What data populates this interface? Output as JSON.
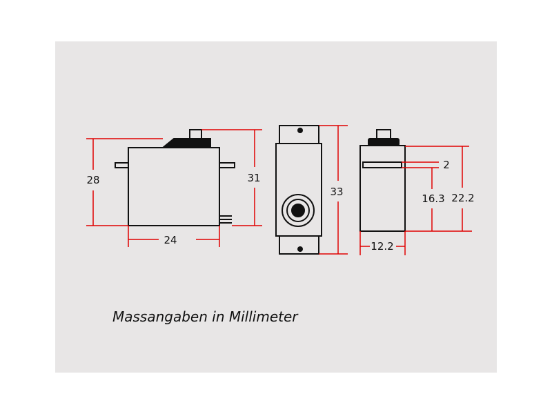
{
  "caption": "Massangaben in Millimeter",
  "colors": {
    "panel": "#e8e6e6",
    "outline": "#111111",
    "dimension": "#e00000"
  },
  "dimensions": {
    "side_height": "28",
    "side_height_total": "31",
    "side_width": "24",
    "front_height": "33",
    "mount_thickness": "2",
    "mount_height": "16.3",
    "rear_height": "22.2",
    "rear_width": "12.2"
  }
}
